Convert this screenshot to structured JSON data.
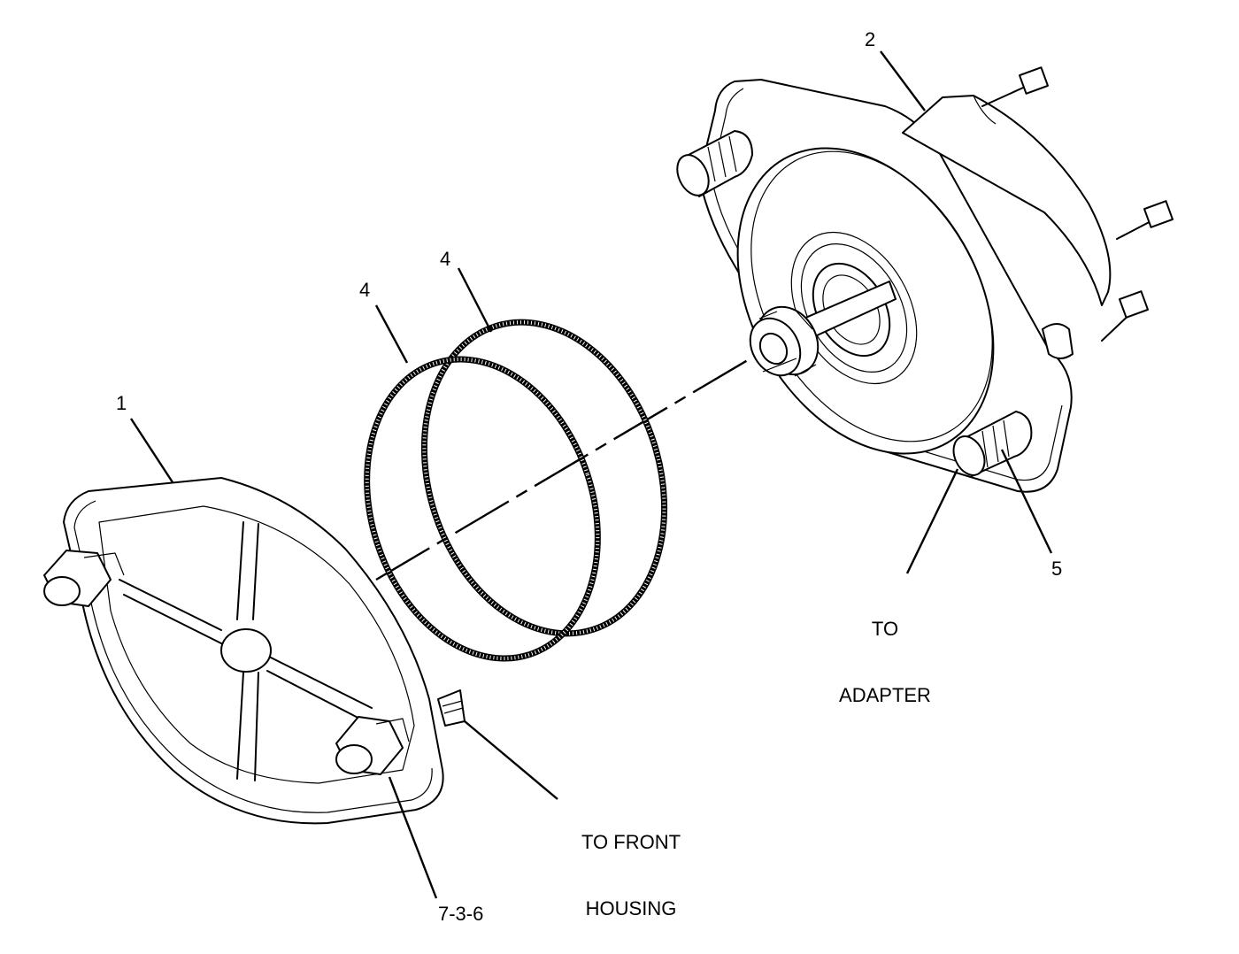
{
  "callouts": {
    "item_1": "1",
    "item_2": "2",
    "item_4a": "4",
    "item_4b": "4",
    "item_5": "5",
    "to_adapter_line1": "TO",
    "to_adapter_line2": "ADAPTER",
    "to_front_line1": "TO FRONT",
    "to_front_line2": "HOUSING",
    "ref": "7-3-6"
  },
  "parts": {
    "item_1": "cover-plate-icon",
    "item_2": "pump-assembly-icon",
    "item_4": "o-ring-seal-icon",
    "item_5": "stud-icon",
    "fasteners": "hex-bolt-icon"
  },
  "colors": {
    "ink": "#000000",
    "paper": "#ffffff"
  }
}
